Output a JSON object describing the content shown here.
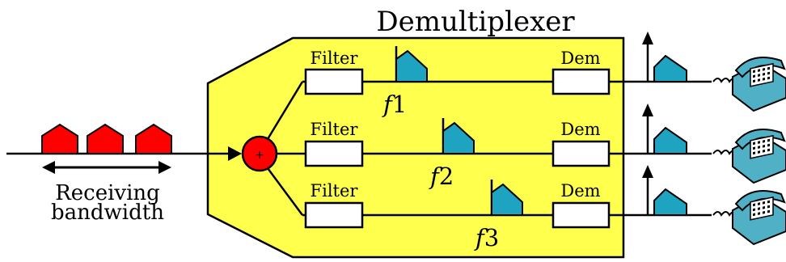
{
  "title": "Demultiplexer",
  "receiving_label": [
    "Receiving",
    "bandwidth"
  ],
  "channels": [
    {
      "filter_label": "Filter",
      "dem_label": "Dem",
      "freq_symbol": "f",
      "freq_index": "1"
    },
    {
      "filter_label": "Filter",
      "dem_label": "Dem",
      "freq_symbol": "f",
      "freq_index": "2"
    },
    {
      "filter_label": "Filter",
      "dem_label": "Dem",
      "freq_symbol": "f",
      "freq_index": "3"
    }
  ],
  "adder_symbol": "+",
  "colors": {
    "demux_body": "#ffff4d",
    "input_signal": "#ff0000",
    "channel_signal": "#1ea3c0",
    "adder": "#ff0000",
    "telephone": "#4fb0c6"
  }
}
